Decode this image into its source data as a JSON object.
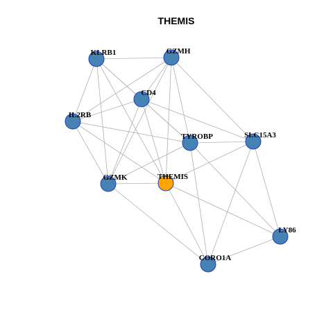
{
  "title": "THEMIS",
  "colors": {
    "node_default": "#4682b4",
    "node_focus": "#ffa500",
    "node_border": "#1f3fbf",
    "edge": "#b0b0b0"
  },
  "nodes": [
    {
      "id": "KLRB1",
      "label": "KLRB1",
      "focus": false
    },
    {
      "id": "GZMH",
      "label": "GZMH",
      "focus": false
    },
    {
      "id": "CD4",
      "label": "CD4",
      "focus": false
    },
    {
      "id": "IL2RB",
      "label": "IL2RB",
      "focus": false
    },
    {
      "id": "TYROBP",
      "label": "TYROBP",
      "focus": false
    },
    {
      "id": "SLC15A3",
      "label": "SLC15A3",
      "focus": false
    },
    {
      "id": "GZMK",
      "label": "GZMK",
      "focus": false
    },
    {
      "id": "THEMIS",
      "label": "THEMIS",
      "focus": true
    },
    {
      "id": "LY86",
      "label": "LY86",
      "focus": false
    },
    {
      "id": "CORO1A",
      "label": "CORO1A",
      "focus": false
    }
  ],
  "edges": [
    [
      "KLRB1",
      "GZMH"
    ],
    [
      "KLRB1",
      "CD4"
    ],
    [
      "KLRB1",
      "IL2RB"
    ],
    [
      "KLRB1",
      "TYROBP"
    ],
    [
      "KLRB1",
      "GZMK"
    ],
    [
      "KLRB1",
      "THEMIS"
    ],
    [
      "GZMH",
      "CD4"
    ],
    [
      "GZMH",
      "IL2RB"
    ],
    [
      "GZMH",
      "TYROBP"
    ],
    [
      "GZMH",
      "SLC15A3"
    ],
    [
      "GZMH",
      "GZMK"
    ],
    [
      "GZMH",
      "THEMIS"
    ],
    [
      "CD4",
      "IL2RB"
    ],
    [
      "CD4",
      "TYROBP"
    ],
    [
      "CD4",
      "SLC15A3"
    ],
    [
      "CD4",
      "GZMK"
    ],
    [
      "CD4",
      "THEMIS"
    ],
    [
      "IL2RB",
      "TYROBP"
    ],
    [
      "IL2RB",
      "GZMK"
    ],
    [
      "IL2RB",
      "THEMIS"
    ],
    [
      "TYROBP",
      "SLC15A3"
    ],
    [
      "TYROBP",
      "GZMK"
    ],
    [
      "TYROBP",
      "CORO1A"
    ],
    [
      "TYROBP",
      "LY86"
    ],
    [
      "SLC15A3",
      "THEMIS"
    ],
    [
      "SLC15A3",
      "CORO1A"
    ],
    [
      "SLC15A3",
      "LY86"
    ],
    [
      "GZMK",
      "THEMIS"
    ],
    [
      "GZMK",
      "CORO1A"
    ],
    [
      "THEMIS",
      "CORO1A"
    ],
    [
      "THEMIS",
      "LY86"
    ],
    [
      "LY86",
      "CORO1A"
    ]
  ]
}
